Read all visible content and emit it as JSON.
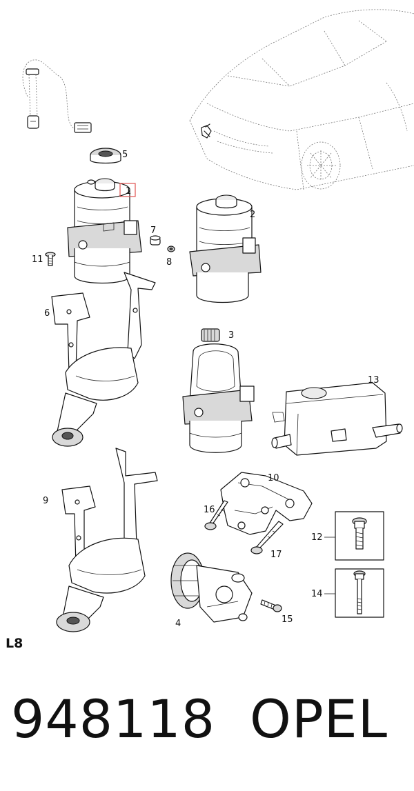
{
  "diagram": {
    "highlight_color": "#e0524f",
    "callouts": [
      {
        "id": "c1",
        "text": "1"
      },
      {
        "id": "c2",
        "text": "2"
      },
      {
        "id": "c3",
        "text": "3"
      },
      {
        "id": "c4",
        "text": "4"
      },
      {
        "id": "c5",
        "text": "5"
      },
      {
        "id": "c6",
        "text": "6"
      },
      {
        "id": "c7",
        "text": "7"
      },
      {
        "id": "c8",
        "text": "8"
      },
      {
        "id": "c9",
        "text": "9"
      },
      {
        "id": "c10",
        "text": "10"
      },
      {
        "id": "c11",
        "text": "11"
      },
      {
        "id": "c12",
        "text": "12"
      },
      {
        "id": "c13",
        "text": "13"
      },
      {
        "id": "c14",
        "text": "14"
      },
      {
        "id": "c15",
        "text": "15"
      },
      {
        "id": "c16",
        "text": "16"
      },
      {
        "id": "c17",
        "text": "17"
      }
    ]
  },
  "footer": {
    "page_code": "L8",
    "part_number": "948118",
    "brand": "OPEL"
  }
}
